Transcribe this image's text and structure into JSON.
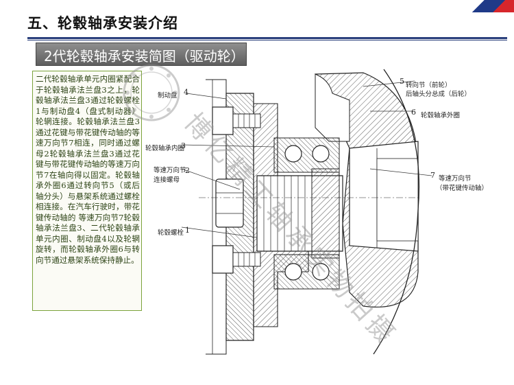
{
  "header": {
    "title": "五、轮毂轴承安装介绍"
  },
  "subtitle": "2代轮毂轴承安装简图（驱动轮）",
  "description": "二代轮毂轴承单元内圈紧配合于轮毂轴承法兰盘3之上，轮毂轴承法兰盘3通过轮毂螺栓1与制动盘4（盘式制动器）轮辋连接。轮毂轴承法兰盘3通过花键与带花键传动轴的等速万向节7相连，同时通过螺母2轮毂轴承法兰盘3通过花键与带花键传动轴的等速万向节7在轴向得以固定。轮毂轴承外圈6通过转向节5（或后轴分头）与悬架系统通过螺栓相连接。在汽车行驶时，带花键传动轴的 等速万向节7轮毂轴承法兰盘3、二代轮毂轴承单元内圈、制动盘4以及轮辋旋转，而轮毂轴承外圈6与转向节通过悬架系统保持静止。",
  "diagram": {
    "callouts": {
      "c4": "制动盘",
      "c4_num": "4",
      "c5": "转向节（前轮）",
      "c5b": "后轴头分总成（后轮）",
      "c5_num": "5",
      "c6": "轮毂轴承外圈",
      "c6_num": "6",
      "c3": "轮毂轴承内圈",
      "c3_num": "3",
      "c2a": "等速万向节",
      "c2b": "连接螺母",
      "c2_num": "2",
      "c7a": "等速万向节",
      "c7b": "（带花键传动轴）",
      "c7_num": "7",
      "c1": "轮毂螺栓",
      "c1_num": "1"
    }
  },
  "watermark": {
    "text": "博亿精工轴承实物拍摄",
    "stamp": "博亿精工"
  }
}
